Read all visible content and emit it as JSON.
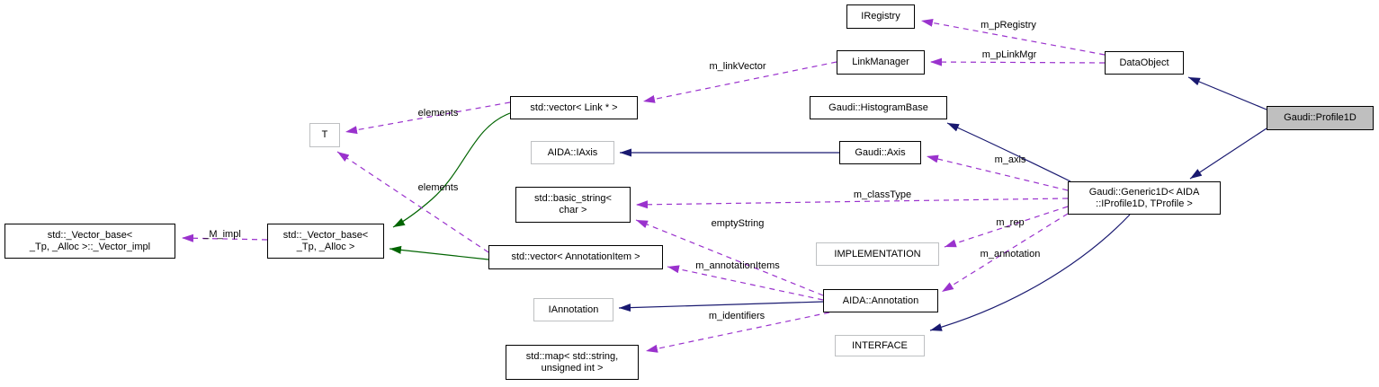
{
  "diagram": {
    "kind": "collaboration-class-diagram",
    "nodes": {
      "iregistry": {
        "label": "IRegistry"
      },
      "linkmanager": {
        "label": "LinkManager"
      },
      "dataobject": {
        "label": "DataObject"
      },
      "profile1d": {
        "label": "Gaudi::Profile1D"
      },
      "vector_link": {
        "label": "std::vector< Link * >"
      },
      "histogrambase": {
        "label": "Gaudi::HistogramBase"
      },
      "iaxis": {
        "label": "AIDA::IAxis"
      },
      "axis": {
        "label": "Gaudi::Axis"
      },
      "generic1d": {
        "lines": [
          "Gaudi::Generic1D< AIDA",
          "::IProfile1D, TProfile >"
        ]
      },
      "basic_string": {
        "lines": [
          "std::basic_string<",
          "char >"
        ]
      },
      "implementation": {
        "label": "IMPLEMENTATION"
      },
      "t": {
        "label": "T"
      },
      "vector_impl": {
        "lines": [
          "std::_Vector_base<",
          "_Tp, _Alloc >::_Vector_impl"
        ]
      },
      "vector_base": {
        "lines": [
          "std::_Vector_base<",
          "_Tp, _Alloc >"
        ]
      },
      "vector_annotationitem": {
        "label": "std::vector< AnnotationItem >"
      },
      "annotation": {
        "label": "AIDA::Annotation"
      },
      "iannotation": {
        "label": "IAnnotation"
      },
      "interface": {
        "label": "INTERFACE"
      },
      "map": {
        "lines": [
          "std::map< std::string,",
          "unsigned int >"
        ]
      }
    },
    "edge_labels": {
      "m_pregistry": "m_pRegistry",
      "m_plinkmgr": "m_pLinkMgr",
      "m_linkvector": "m_linkVector",
      "elements_top": "elements",
      "elements_bottom": "elements",
      "m_axis": "m_axis",
      "m_classtype": "m_classType",
      "emptystring": "emptyString",
      "m_rep": "m_rep",
      "m_annotation": "m_annotation",
      "m_annotationitems": "m_annotationItems",
      "m_identifiers": "m_identifiers",
      "m_impl": "_M_impl"
    },
    "colors": {
      "inheritance_edge": "#191970",
      "usage_edge": "#9a32cd",
      "protected_inheritance_edge": "#006400",
      "node_border": "#000000",
      "undocumented_node_border": "#bec0c2",
      "current_node_fill": "#bfbfbf",
      "background": "#ffffff"
    }
  }
}
